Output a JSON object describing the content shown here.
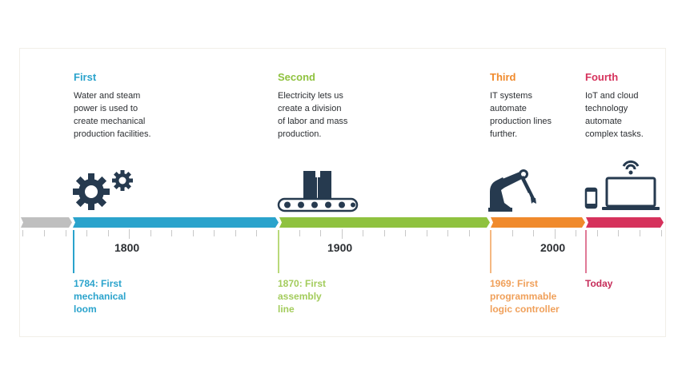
{
  "eras": [
    {
      "title": "First",
      "color": "#2aa3cc",
      "desc": "Water and steam\npower is used to\ncreate mechanical\nproduction facilities.",
      "icon": "gears-icon",
      "milestone": "1784: First\nmechanical\nloom"
    },
    {
      "title": "Second",
      "color": "#8fc23f",
      "desc": "Electricity lets us\ncreate a division\nof labor and mass\nproduction.",
      "icon": "conveyor-belt-icon",
      "milestone": "1870: First\nassembly\nline"
    },
    {
      "title": "Third",
      "color": "#f08a2c",
      "desc": "IT systems\nautomate\nproduction lines\nfurther.",
      "icon": "robot-arm-icon",
      "milestone": "1969: First\nprogrammable\nlogic controller"
    },
    {
      "title": "Fourth",
      "color": "#d6325c",
      "desc": "IoT and cloud\ntechnology\nautomate\ncomplex tasks.",
      "icon": "devices-wifi-icon",
      "milestone": "Today"
    }
  ],
  "axis": {
    "years": [
      "1800",
      "1900",
      "2000"
    ],
    "pre_bar_color": "#bfbfbf",
    "icon_color": "#263a4f"
  }
}
